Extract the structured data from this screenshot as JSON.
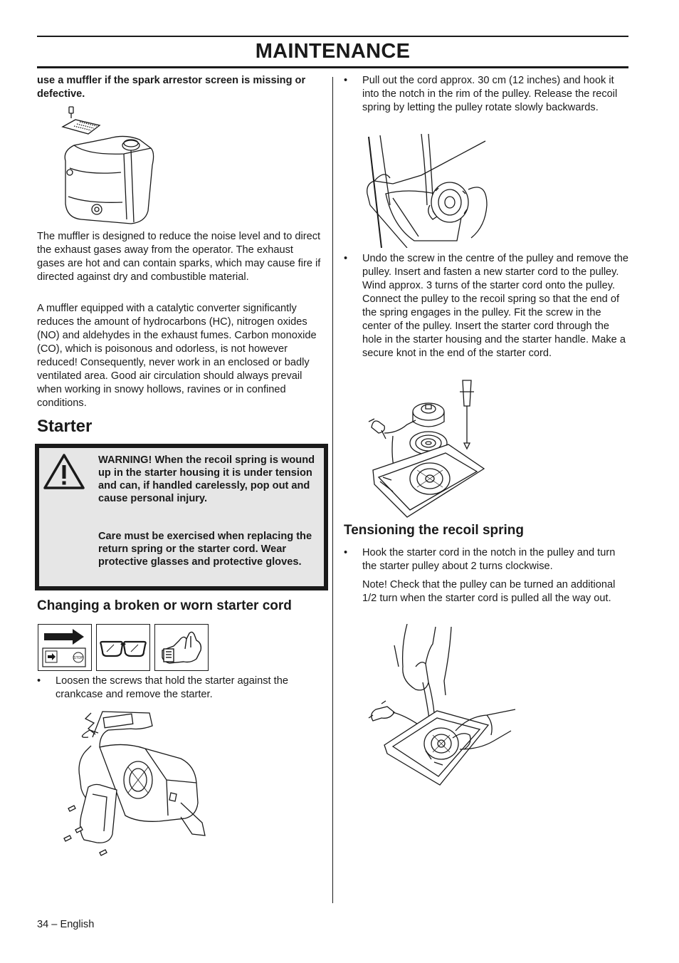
{
  "header": {
    "title": "MAINTENANCE"
  },
  "left": {
    "intro_bold": "use a muffler if the spark arrestor screen is missing or defective.",
    "para1": "The muffler is designed to reduce the noise level and to direct the exhaust gases away from the operator. The exhaust gases are hot and can contain sparks, which may cause fire if directed against dry and combustible material.",
    "para2": "A muffler equipped with a catalytic converter significantly reduces the amount of hydrocarbons (HC), nitrogen oxides (NO) and aldehydes in the exhaust fumes. Carbon monoxide (CO), which is poisonous and odorless, is not however reduced! Consequently, never work in an enclosed or badly ventilated area. Good air circulation should always prevail when working in snowy hollows, ravines or in confined conditions.",
    "starter_heading": "Starter",
    "warning1": "WARNING! When the recoil spring is wound up in the starter housing it is under tension and can, if handled carelessly, pop out and cause personal injury.",
    "warning2": "Care must be exercised when replacing the return spring or the starter cord. Wear protective glasses and protective gloves.",
    "changing_heading": "Changing a broken or worn starter cord",
    "bullet1": "Loosen the screws that hold the starter against the crankcase and remove the starter.",
    "stop_label": "STOP"
  },
  "right": {
    "bullet1": "Pull out the cord approx. 30 cm (12 inches) and hook it into the notch in the rim of the pulley. Release the recoil spring by letting the pulley rotate slowly backwards.",
    "bullet2": "Undo the screw in the centre of the pulley and remove the pulley. Insert and fasten a new starter cord to the pulley. Wind approx. 3 turns of the starter cord onto the pulley. Connect the pulley to the recoil spring so that the end of the spring engages in the pulley. Fit the screw in the center of the pulley. Insert the starter cord through the hole in the starter housing and the starter handle. Make a secure knot in the end of the starter cord.",
    "tension_heading": "Tensioning the recoil spring",
    "bullet3": "Hook the starter cord in the notch in the pulley and turn the starter pulley about 2 turns clockwise.",
    "note": "Note! Check that the pulley can be turned an additional 1/2 turn when the starter cord is pulled all the way out."
  },
  "footer": {
    "page": "34 – English"
  }
}
